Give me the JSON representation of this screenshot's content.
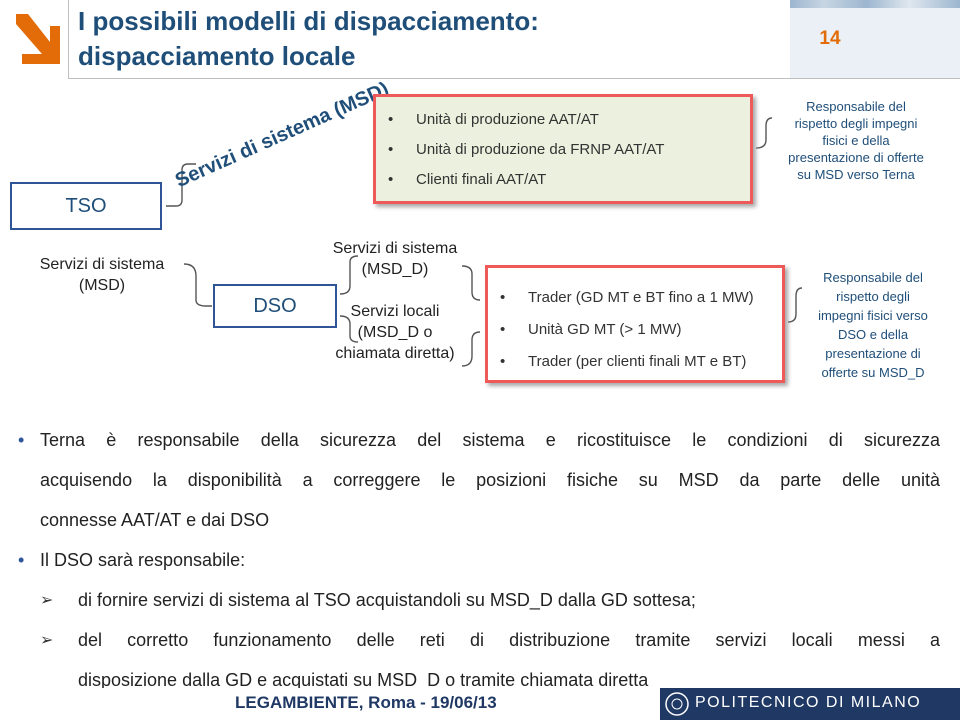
{
  "header": {
    "title_line1": "I possibili modelli di dispacciamento:",
    "title_line2": "dispacciamento locale",
    "page_number": "14"
  },
  "diagram": {
    "tso_label": "TSO",
    "dso_label": "DSO",
    "msd_rotated": "Servizi di sistema (MSD)",
    "msd_left": [
      "Servizi di sistema",
      "(MSD)"
    ],
    "dso_services": [
      "Servizi di sistema",
      "(MSD_D)",
      "",
      "Servizi locali",
      "(MSD_D o",
      "chiamata diretta)"
    ],
    "tso_units": [
      "Unità di produzione AAT/AT",
      "Unità di produzione da FRNP AAT/AT",
      "Clienti finali AAT/AT"
    ],
    "dso_units": [
      "Trader (GD MT e BT fino a 1 MW)",
      "Unità GD MT  (> 1 MW)",
      "Trader (per clienti finali MT e BT)"
    ],
    "resp_tso": [
      "Responsabile del",
      "rispetto degli impegni",
      "fisici e della",
      "presentazione di offerte",
      "su MSD verso Terna"
    ],
    "resp_dso": [
      "Responsabile del",
      "rispetto degli",
      "impegni fisici verso",
      "DSO e della",
      "presentazione di",
      "offerte su MSD_D"
    ]
  },
  "body": {
    "bullet1_line1": "Terna è responsabile della sicurezza del sistema e ricostituisce le condizioni di sicurezza",
    "bullet1_line2": "acquisendo la disponibilità a correggere le posizioni fisiche su MSD da parte delle unità",
    "bullet1_line3": "connesse AAT/AT e dai DSO",
    "bullet2": "Il DSO sarà responsabile:",
    "sub1": "di fornire servizi di sistema al TSO acquistandoli su MSD_D dalla GD sottesa;",
    "sub2_line1": "del corretto funzionamento delle reti di distribuzione tramite servizi locali messi a",
    "sub2_line2": "disposizione dalla GD e acquistati su MSD_D o tramite chiamata diretta"
  },
  "footer": {
    "text": "LEGAMBIENTE, Roma - 19/06/13",
    "institution": "POLITECNICO DI MILANO"
  },
  "colors": {
    "title": "#1f4e79",
    "accent_orange": "#e36c09",
    "box_border": "#2f5597",
    "highlight_border": "#ee5a5a",
    "green_fill": "#ebf1de",
    "footer_bar": "#1f3864"
  }
}
